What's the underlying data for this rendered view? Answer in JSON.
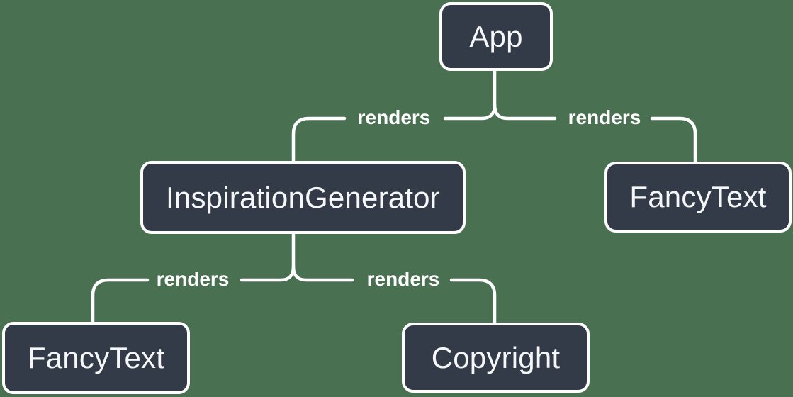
{
  "colors": {
    "background": "#4A7052",
    "node_fill": "#343B48",
    "node_border": "#FFFFFF",
    "connector": "#FFFFFF",
    "node_text": "#F5F7F9",
    "edge_label_text": "#FFFFFF"
  },
  "nodes": [
    {
      "id": "app",
      "label": "App"
    },
    {
      "id": "inspiration-generator",
      "label": "InspirationGenerator"
    },
    {
      "id": "fancy-text-top",
      "label": "FancyText"
    },
    {
      "id": "fancy-text-bottom",
      "label": "FancyText"
    },
    {
      "id": "copyright",
      "label": "Copyright"
    }
  ],
  "edges": [
    {
      "from": "app",
      "to": "inspiration-generator",
      "label": "renders"
    },
    {
      "from": "app",
      "to": "fancy-text-top",
      "label": "renders"
    },
    {
      "from": "inspiration-generator",
      "to": "fancy-text-bottom",
      "label": "renders"
    },
    {
      "from": "inspiration-generator",
      "to": "copyright",
      "label": "renders"
    }
  ]
}
